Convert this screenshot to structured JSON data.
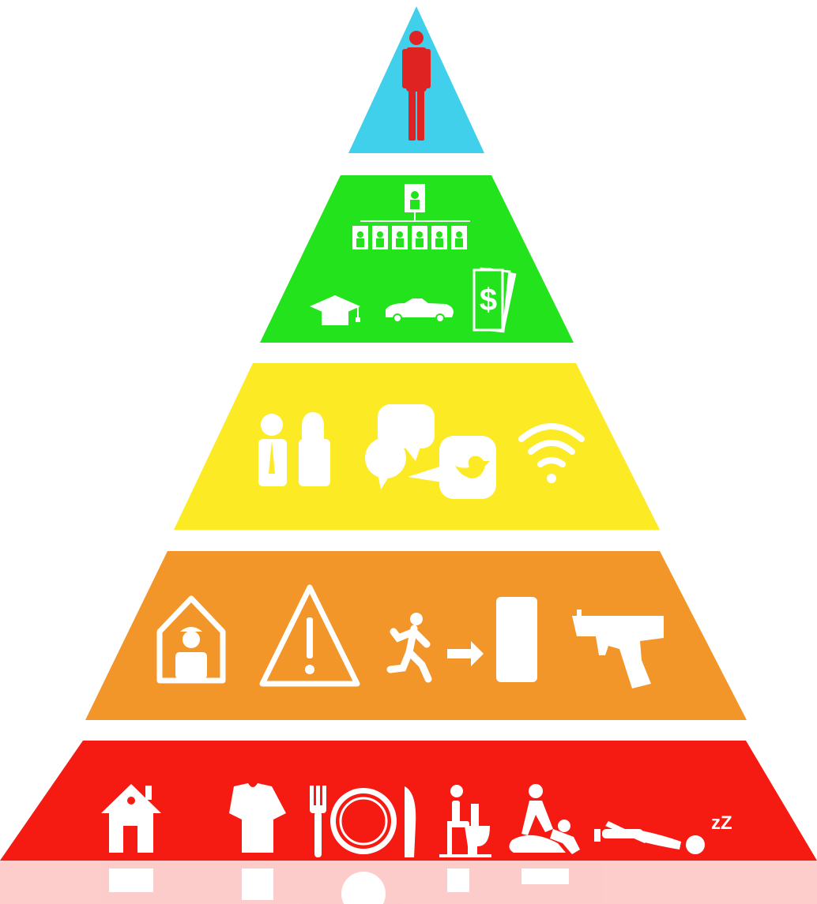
{
  "colors": {
    "background": "#ffffff",
    "icon": "#ffffff",
    "tier_self_actualization": "#40d0ec",
    "tier_esteem": "#22e31c",
    "tier_love_belonging": "#fbea24",
    "tier_safety": "#f2962a",
    "tier_physiological": "#f51b12",
    "person_figure": "#df2323"
  },
  "tiers": [
    {
      "id": "self-actualization",
      "icons": [
        "person-icon"
      ]
    },
    {
      "id": "esteem",
      "icons": [
        "org-chart-icon",
        "graduation-cap-icon",
        "convertible-car-icon",
        "money-icon"
      ]
    },
    {
      "id": "love-belonging",
      "icons": [
        "couple-icon",
        "speech-bubbles-icon",
        "twitter-bird-icon",
        "wifi-icon"
      ]
    },
    {
      "id": "safety",
      "icons": [
        "guard-house-icon",
        "warning-icon",
        "running-to-exit-icon",
        "exit-door-icon",
        "pistol-icon"
      ]
    },
    {
      "id": "physiological",
      "icons": [
        "house-icon",
        "t-shirt-icon",
        "fork-icon",
        "plate-icon",
        "knife-icon",
        "toilet-icon",
        "intimacy-icon",
        "sleeping-icon"
      ]
    }
  ],
  "sleep_text": "zZ"
}
